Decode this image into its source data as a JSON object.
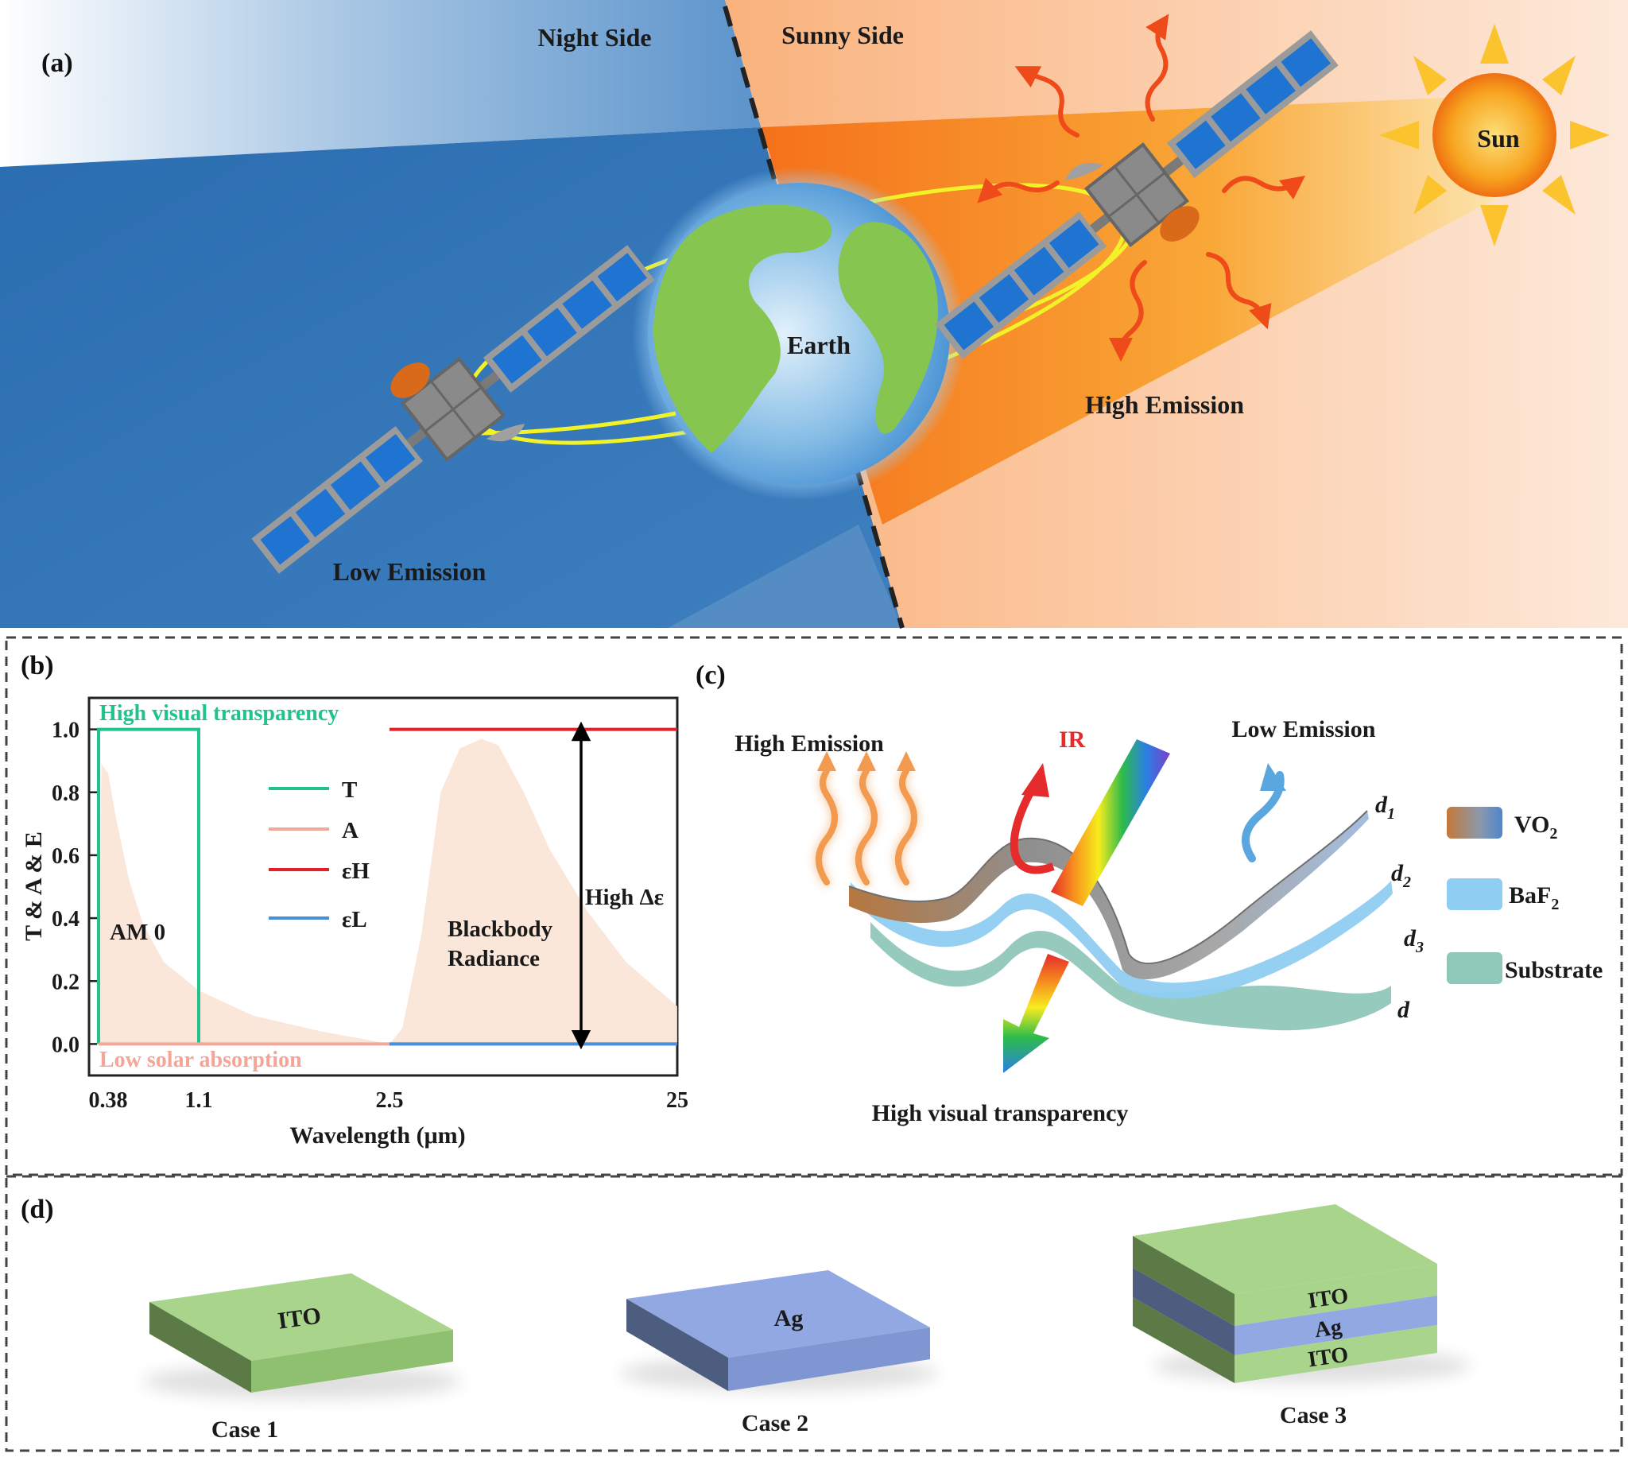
{
  "panel_a": {
    "tag": "(a)",
    "night_side": "Night Side",
    "sunny_side": "Sunny Side",
    "sun": "Sun",
    "earth": "Earth",
    "high_emission": "High Emission",
    "low_emission": "Low Emission",
    "colors": {
      "night": "#2f74b8",
      "day": "#f7872a",
      "sun": "#f7931e",
      "land": "#84c64f",
      "orbit": "#f2f229"
    }
  },
  "panel_b": {
    "tag": "(b)",
    "high_visual_transparency": "High visual transparency",
    "low_solar_absorption": "Low solar absorption",
    "am0": "AM 0",
    "blackbody": [
      "Blackbody",
      "Radiance"
    ],
    "high_delta_eps": "High Δε"
  },
  "panel_c": {
    "tag": "(c)",
    "high_emission": "High Emission",
    "low_emission": "Low Emission",
    "ir": "IR",
    "high_visual_transparency": "High visual transparency",
    "thickness_labels": [
      {
        "base": "d",
        "sub": "1"
      },
      {
        "base": "d",
        "sub": "2"
      },
      {
        "base": "d",
        "sub": "3"
      },
      {
        "base": "d",
        "sub": ""
      }
    ],
    "legend": [
      {
        "base": "VO",
        "sub": "2",
        "color": "#c9793a"
      },
      {
        "base": "BaF",
        "sub": "2",
        "color": "#8fcdf2"
      },
      {
        "base": "Substrate",
        "sub": "",
        "color": "#8fc7b8"
      }
    ]
  },
  "panel_d": {
    "tag": "(d)",
    "cases": [
      {
        "name": "Case 1",
        "layers": [
          "ITO"
        ]
      },
      {
        "name": "Case 2",
        "layers": [
          "Ag"
        ]
      },
      {
        "name": "Case 3",
        "layers": [
          "ITO",
          "Ag",
          "ITO"
        ]
      }
    ],
    "colors": {
      "ITO": "#a8d48b",
      "Ag": "#92a8e2"
    }
  },
  "chart_data": {
    "type": "line",
    "title": "",
    "xlabel": "Wavelength (μm)",
    "ylabel": "T & A & E",
    "x_scale": "segmented",
    "x_ticks": [
      0.38,
      1.1,
      2.5,
      25
    ],
    "x_tick_labels": [
      "0.38",
      "1.1",
      "2.5",
      "25"
    ],
    "ylim": [
      -0.1,
      1.1
    ],
    "y_ticks": [
      0.0,
      0.2,
      0.4,
      0.6,
      0.8,
      1.0
    ],
    "y_tick_labels": [
      "0.0",
      "0.2",
      "0.4",
      "0.6",
      "0.8",
      "1.0"
    ],
    "series": [
      {
        "name": "T",
        "color": "#22c28b",
        "x": [
          0.38,
          0.38,
          1.1,
          1.1
        ],
        "y": [
          0.0,
          1.0,
          1.0,
          0.0
        ]
      },
      {
        "name": "A",
        "color": "#f0a89a",
        "x": [
          0.38,
          25
        ],
        "y": [
          0.0,
          0.0
        ]
      },
      {
        "name": "εH",
        "color": "#e0202a",
        "x": [
          2.5,
          25
        ],
        "y": [
          1.0,
          1.0
        ]
      },
      {
        "name": "εL",
        "color": "#4a90d9",
        "x": [
          2.5,
          25
        ],
        "y": [
          0.0,
          0.0
        ]
      }
    ],
    "am0_spectrum": {
      "color": "#fbe4d6",
      "x": [
        0.38,
        0.4,
        0.45,
        0.5,
        0.6,
        0.7,
        0.85,
        1.1,
        1.5,
        2.0,
        2.5
      ],
      "y": [
        0.0,
        0.89,
        0.86,
        0.73,
        0.52,
        0.38,
        0.26,
        0.17,
        0.09,
        0.04,
        0.0
      ]
    },
    "blackbody_spectrum": {
      "color": "#fbe4d6",
      "x": [
        2.5,
        3.5,
        5,
        6.5,
        8,
        9.7,
        11,
        13,
        15,
        18,
        21,
        25
      ],
      "y": [
        0.0,
        0.05,
        0.35,
        0.8,
        0.94,
        0.97,
        0.95,
        0.8,
        0.62,
        0.42,
        0.26,
        0.12
      ]
    }
  }
}
